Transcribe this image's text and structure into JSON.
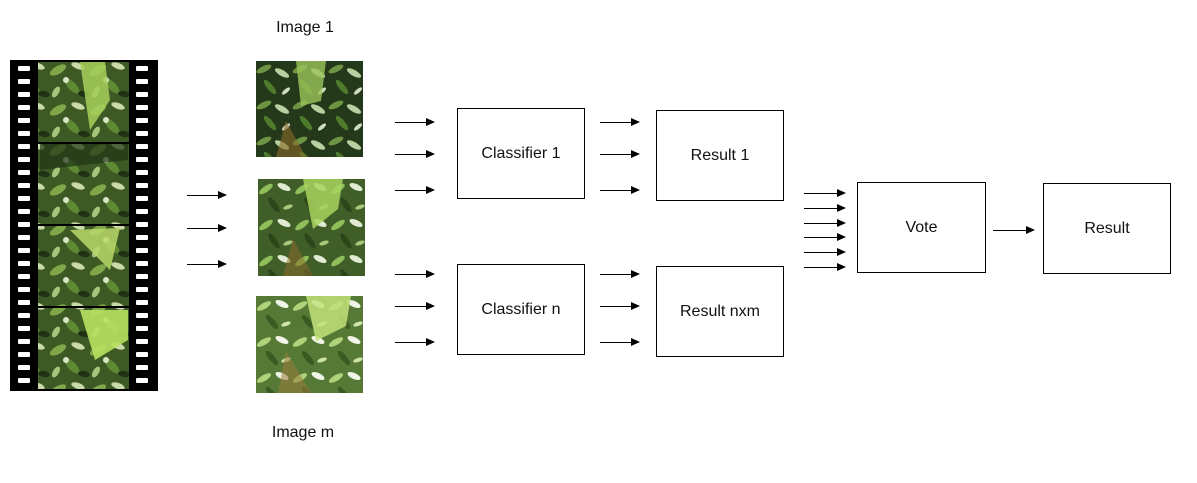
{
  "labels": {
    "image_first": "Image 1",
    "image_last": "Image m"
  },
  "boxes": {
    "classifier_first": "Classifier 1",
    "classifier_last": "Classifier n",
    "result_first": "Result 1",
    "result_last": "Result nxm",
    "vote": "Vote",
    "final": "Result"
  },
  "colors": {
    "film": "#000000",
    "foliage_dark": "#2f4a1e",
    "foliage_light": "#9cc45a",
    "leaf_bright": "#b8d86a"
  }
}
